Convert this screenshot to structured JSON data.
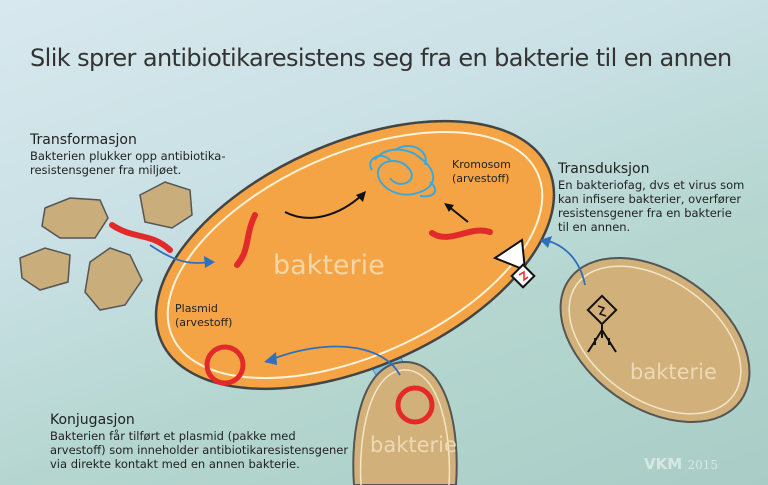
{
  "title": "Slik sprer antibiotikaresistens seg fra en bakterie til en annen",
  "transformation": {
    "heading": "Transformasjon",
    "body": "Bakterien plukker opp antibiotika-\nresistensgener fra miljøet."
  },
  "transduction": {
    "heading": "Transduksjon",
    "body": "En bakteriofag, dvs et virus som\nkan infisere bakterier, overfører\nresistensgener fra en bakterie\ntil en annen."
  },
  "conjugation": {
    "heading": "Konjugasjon",
    "body": "Bakterien får tilført et plasmid (pakke med\narvestoff) som inneholder antibiotikaresistensgener\nvia direkte kontakt med en annen bakterie."
  },
  "labels": {
    "chromosome": "Kromosom\n(arvestoff)",
    "plasmid": "Plasmid\n(arvestoff)",
    "main_bacterium": "bakterie",
    "right_bacterium": "bakterie",
    "bottom_bacterium": "bakterie"
  },
  "logo": {
    "text": "VKM",
    "year": "2015"
  },
  "colors": {
    "main_bacterium": "#f5a445",
    "other_bacteria": "#d2b07a",
    "gene": "#e32a2a",
    "arrow": "#2f6fc0",
    "chromosome": "#3aa8dc"
  }
}
